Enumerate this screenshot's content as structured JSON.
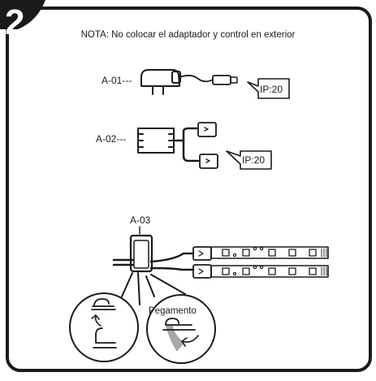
{
  "step_number": "2",
  "note": "NOTA: No colocar el adaptador y control en exterior",
  "components": {
    "adapter": {
      "code": "A-01---",
      "rating": "IP:20"
    },
    "controller": {
      "code": "A-02---",
      "rating": "IP:20"
    },
    "connector": {
      "code": "A-03"
    }
  },
  "callout_label": "Pegamento",
  "colors": {
    "stroke": "#1a1a1a",
    "background": "#ffffff",
    "glue_strip": "#a8a8a8"
  }
}
